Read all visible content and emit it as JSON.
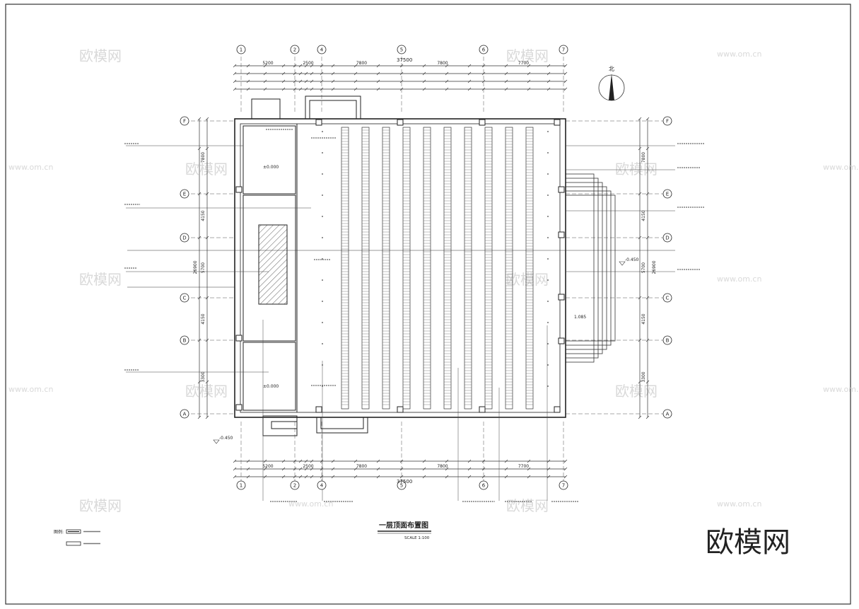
{
  "drawing": {
    "title": "一层顶面布置图",
    "scale": "SCALE 1:100",
    "north_label": "北",
    "total_dimension": "37500",
    "top_dims": [
      "5200",
      "2500",
      "7800",
      "7800",
      "7700"
    ],
    "bottom_dims": [
      "5200",
      "2500",
      "7800",
      "7800",
      "7700"
    ],
    "left_dims": [
      "7800",
      "4150",
      "5700",
      "4150",
      "3300"
    ],
    "left_total": "26900",
    "elevations": [
      "±0.000",
      "-0.450",
      "-0.450",
      "1.085"
    ]
  },
  "grid": {
    "columns": [
      "1",
      "2",
      "4",
      "5",
      "6",
      "7"
    ],
    "rows": [
      "F",
      "E",
      "D",
      "C",
      "B",
      "A"
    ]
  },
  "legend": {
    "label": "图例:",
    "items": [
      "",
      ""
    ]
  },
  "watermarks": {
    "brand": "欧模网",
    "url": "www.om.cn"
  }
}
